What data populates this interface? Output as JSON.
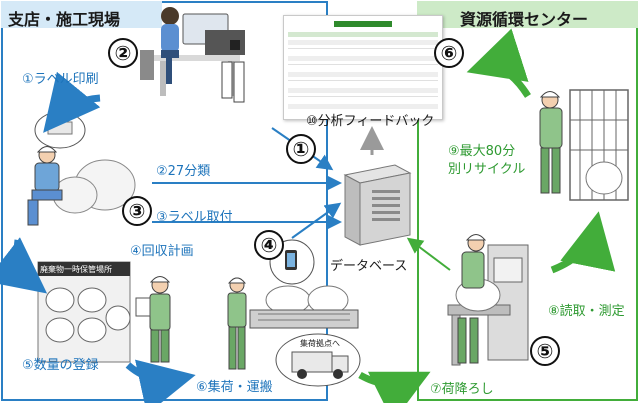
{
  "sections": {
    "left_title": "支店・施工現場",
    "right_title": "資源循環センター"
  },
  "steps": {
    "s1": "①ラベル印刷",
    "s2": "②27分類",
    "s3": "③ラベル取付",
    "s4": "④回収計画",
    "s5": "⑤数量の登録",
    "s6": "⑥集荷・運搬",
    "s7": "⑦荷降ろし",
    "s8": "⑧読取・測定",
    "s9_line1": "⑨最大80分",
    "s9_line2": "別リサイクル",
    "s10": "⑩分析フィードバック"
  },
  "badges": [
    "①",
    "②",
    "③",
    "④",
    "⑤",
    "⑥"
  ],
  "database_label": "データベース",
  "sign_text": "廃棄物一時保管場所",
  "truck_bubble": "集荷拠点へ",
  "colors": {
    "left_accent": "#2a7fc4",
    "right_accent": "#42ad3a",
    "arrow_blue": "#2a7fc4",
    "arrow_green": "#42ad3a",
    "arrow_gray": "#9a9a9a"
  }
}
